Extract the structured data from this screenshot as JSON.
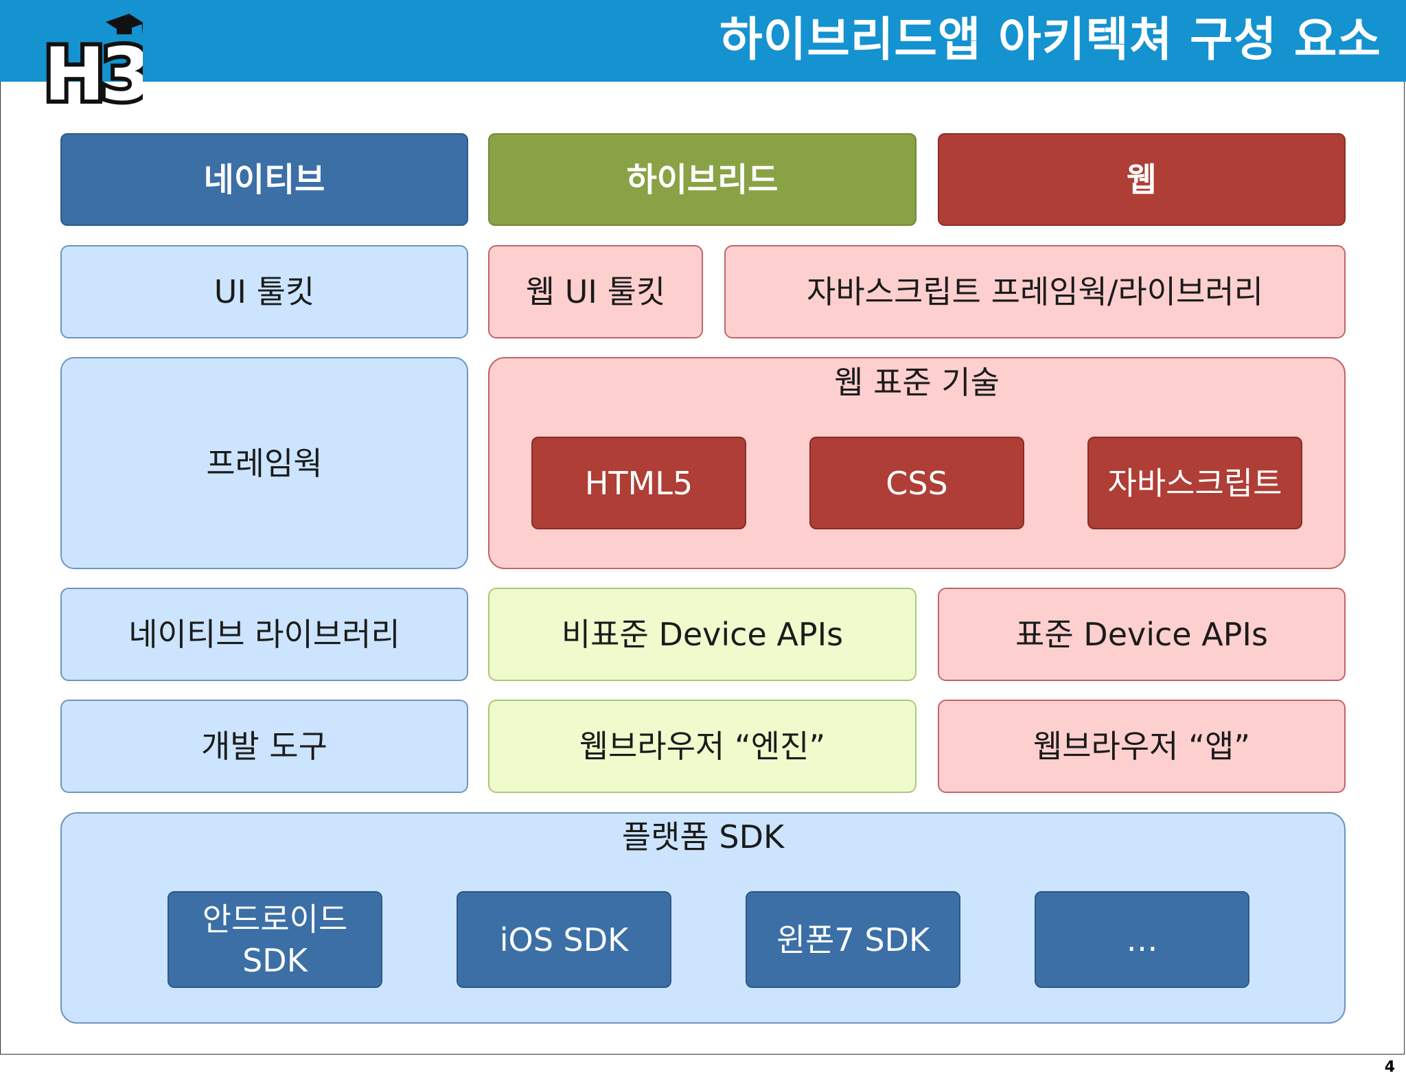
{
  "header": {
    "title": "하이브리드앱 아키텍쳐 구성 요소",
    "logo_text": "H3"
  },
  "columns": {
    "native": "네이티브",
    "hybrid": "하이브리드",
    "web": "웹"
  },
  "native": {
    "ui_toolkit": "UI 툴킷",
    "framework": "프레임웍",
    "native_library": "네이티브 라이브러리",
    "dev_tools": "개발 도구"
  },
  "hybrid_web": {
    "web_ui_toolkit": "웹 UI 툴킷",
    "js_framework_library": "자바스크립트 프레임웍/라이브러리",
    "web_standard": {
      "title": "웹 표준 기술",
      "items": [
        "HTML5",
        "CSS",
        "자바스크립트"
      ]
    },
    "nonstandard_device_apis": "비표준 Device APIs",
    "standard_device_apis": "표준 Device APIs",
    "browser_engine": "웹브라우저 “엔진”",
    "browser_app": "웹브라우저 “앱”"
  },
  "platform_sdk": {
    "title": "플랫폼 SDK",
    "items": [
      "안드로이드\nSDK",
      "iOS SDK",
      "윈폰7 SDK",
      "…"
    ]
  },
  "page_number": "4",
  "colors": {
    "header_bar": "#1592d0",
    "native": "#3b6fa6",
    "hybrid": "#89a246",
    "web": "#ae3e36",
    "light_blue": "#cce4fd",
    "light_pink": "#fdcfcf",
    "light_green": "#effbcc"
  }
}
